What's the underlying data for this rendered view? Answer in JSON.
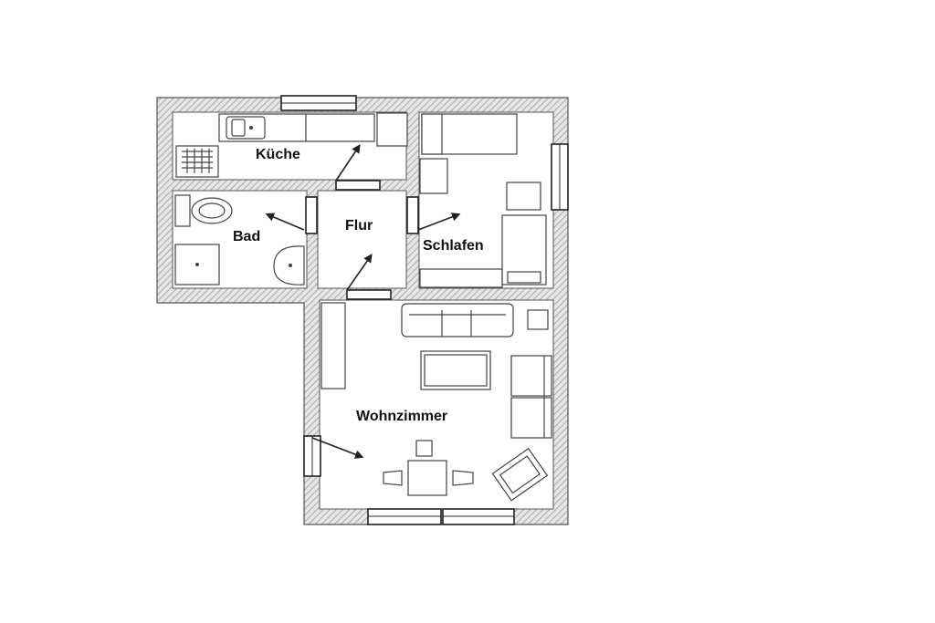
{
  "floor_plan": {
    "rooms": [
      {
        "id": "kueche",
        "label": "Küche"
      },
      {
        "id": "bad",
        "label": "Bad"
      },
      {
        "id": "flur",
        "label": "Flur"
      },
      {
        "id": "schlafen",
        "label": "Schlafen"
      },
      {
        "id": "wohnzimmer",
        "label": "Wohnzimmer"
      }
    ]
  },
  "colors": {
    "wall_hatch": "#9a9a9a",
    "line": "#444444",
    "background": "#ffffff"
  }
}
